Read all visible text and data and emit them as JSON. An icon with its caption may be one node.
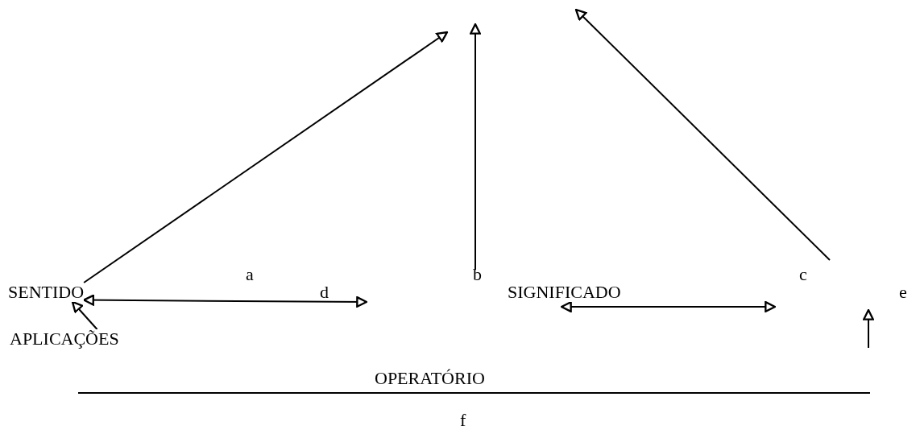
{
  "diagram": {
    "nodes": [
      {
        "text": [
          "SENTIDO"
        ]
      },
      {
        "text": [
          "SIGNIFICADO"
        ]
      },
      {
        "text": [
          "APLICAÇÕES"
        ]
      },
      {
        "text": [
          "OPERATÓRIO"
        ]
      }
    ],
    "edges": [
      {
        "from": 0,
        "to": null,
        "arrow": "to"
      },
      {
        "from": 0,
        "to": null,
        "arrow": "both"
      },
      {
        "from": 2,
        "to": 0,
        "arrow": "to"
      }
    ],
    "labels": [
      "a",
      "b",
      "c",
      "d",
      "e",
      "f"
    ]
  }
}
